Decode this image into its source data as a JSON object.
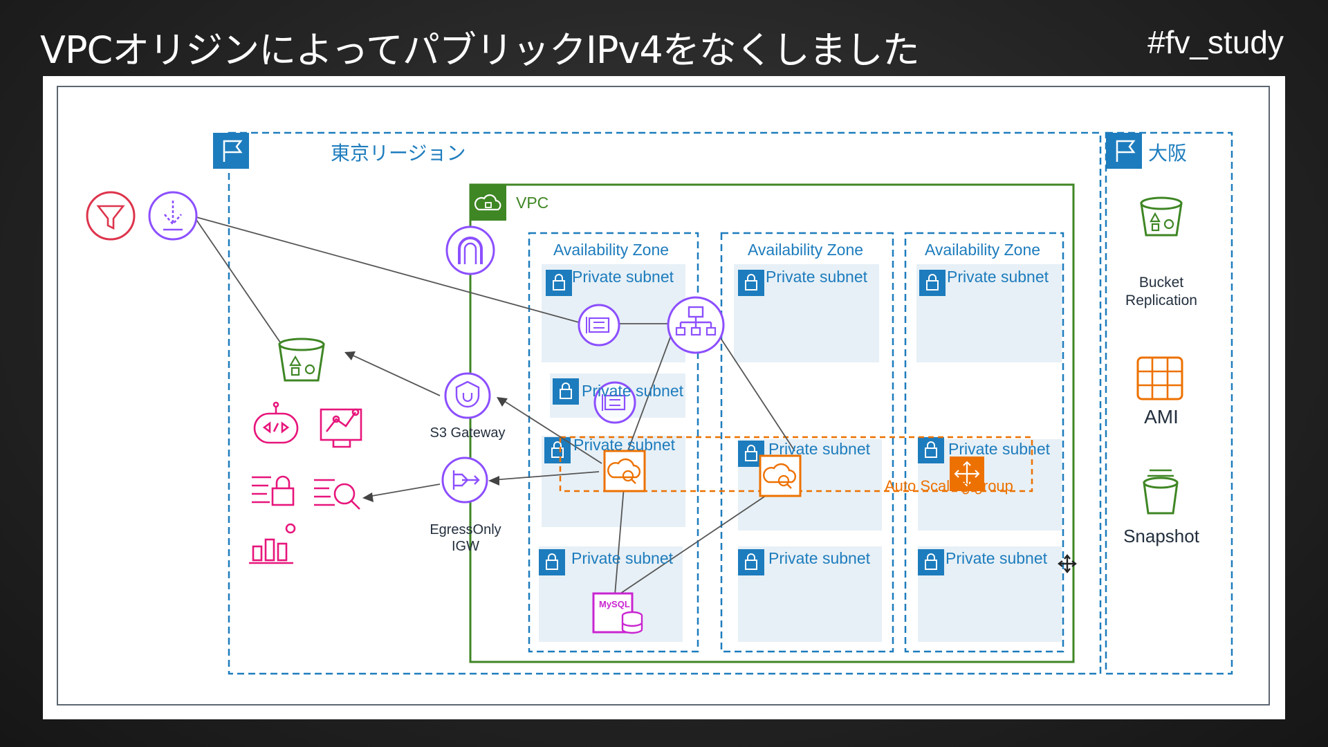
{
  "slide": {
    "title": "VPCオリジンによってパブリックIPv4をなくしました",
    "hashtag": "#fv_study"
  },
  "diagram": {
    "tokyo_region_label": "東京リージョン",
    "osaka_region_label": "大阪",
    "vpc_label": "VPC",
    "availability_zone_label": "Availability Zone",
    "private_subnet_label": "Private subnet",
    "asg_label": "Auto Scaling group",
    "s3_gateway_label": "S3 Gateway",
    "egress_igw_label": "EgressOnly\nIGW",
    "mysql_label": "MySQL",
    "osaka_items": [
      {
        "name": "bucket-replication",
        "label": "Bucket\nReplication",
        "color": "#3f8624"
      },
      {
        "name": "ami",
        "label": "AMI",
        "color": "#ed7100"
      },
      {
        "name": "snapshot",
        "label": "Snapshot",
        "color": "#3f8624"
      }
    ]
  },
  "colors": {
    "region_blue": "#1d7cbd",
    "vpc_green": "#3f8624",
    "subnet_fill": "#e7f0f6",
    "network_purple": "#8c4fff",
    "compute_orange": "#ed7100",
    "management_pink": "#e7157b",
    "security_red": "#dd344c",
    "storage_green": "#3f8624"
  }
}
